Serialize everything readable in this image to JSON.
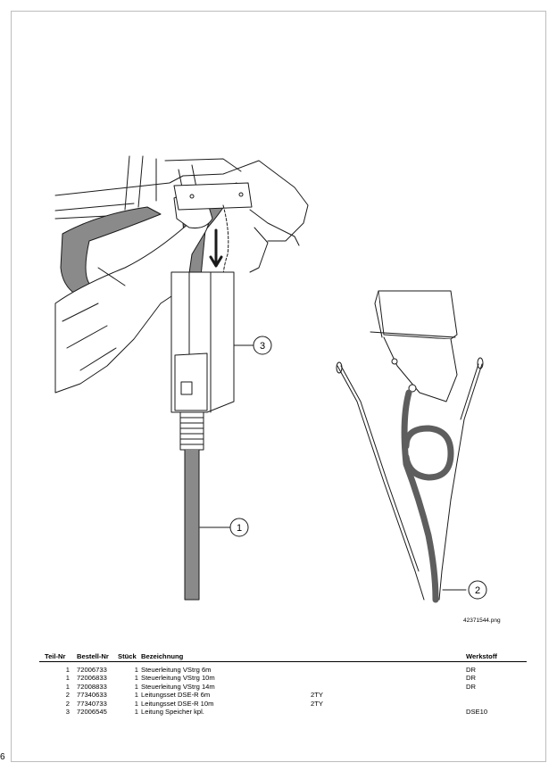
{
  "figure": {
    "callouts": [
      "3",
      "1",
      "2"
    ],
    "caption": "42371544.png"
  },
  "table": {
    "headers": {
      "teil_nr": "Teil-Nr",
      "bestell_nr": "Bestell-Nr",
      "stueck": "Stück",
      "bezeichnung": "Bezeichnung",
      "werkstoff": "Werkstoff"
    },
    "rows": [
      {
        "teil": "1",
        "bestell": "72006733",
        "stueck": "1",
        "bez": "Steuerleitung  VStrg 6m",
        "note": "",
        "werk": "DR"
      },
      {
        "teil": "1",
        "bestell": "72006833",
        "stueck": "1",
        "bez": "Steuerleitung  VStrg 10m",
        "note": "",
        "werk": "DR"
      },
      {
        "teil": "1",
        "bestell": "72008833",
        "stueck": "1",
        "bez": "Steuerleitung  VStrg 14m",
        "note": "",
        "werk": "DR"
      },
      {
        "teil": "2",
        "bestell": "77340633",
        "stueck": "1",
        "bez": "Leitungsset  DSE-R  6m",
        "note": "2TY",
        "werk": ""
      },
      {
        "teil": "2",
        "bestell": "77340733",
        "stueck": "1",
        "bez": "Leitungsset  DSE-R  10m",
        "note": "2TY",
        "werk": ""
      },
      {
        "teil": "3",
        "bestell": "72006545",
        "stueck": "1",
        "bez": "Leitung  Speicher kpl.",
        "note": "",
        "werk": "DSE10"
      }
    ]
  },
  "page_number": "6"
}
